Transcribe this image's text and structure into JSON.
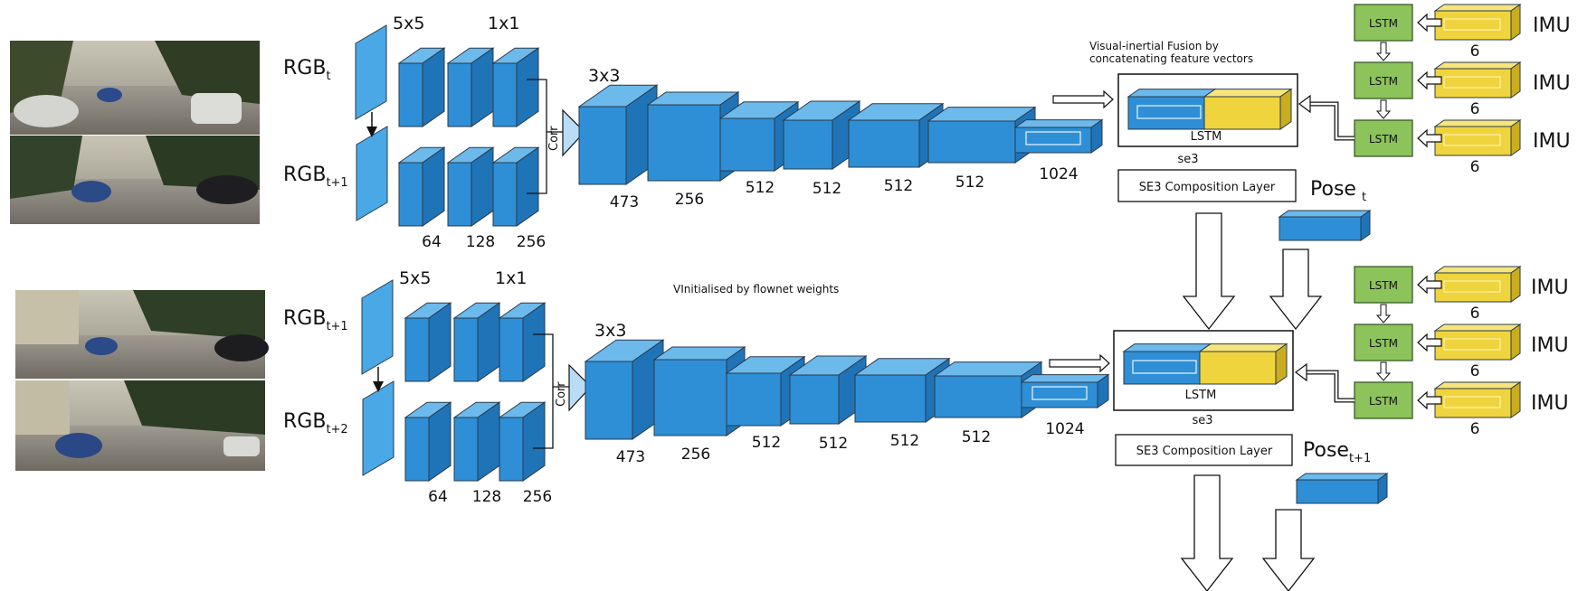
{
  "colors": {
    "conv_front": "#2e8fd6",
    "conv_top": "#6cb9ec",
    "conv_side": "#1f74b8",
    "input_plane": "#4aa8e6",
    "lstm_green": "#8cc35a",
    "imu_yellow": "#efd43d",
    "edge": "#2a3a4a"
  },
  "icons": [
    "photo-thumbnail",
    "arrow-down-icon",
    "block-arrow-icon",
    "conv-block-icon",
    "lstm-cell-icon",
    "imu-block-icon"
  ],
  "top": {
    "rgb_a": "RGB",
    "rgb_a_sub": "t",
    "rgb_b": "RGB",
    "rgb_b_sub": "t+1",
    "kernel_5x5": "5x5",
    "kernel_1x1": "1x1",
    "kernel_3x3": "3x3",
    "corr": "Corr",
    "enc_channels": [
      "64",
      "128",
      "256"
    ],
    "chain_channels": [
      "473",
      "256",
      "512",
      "512",
      "512",
      "512",
      "1024"
    ]
  },
  "bottom": {
    "rgb_a": "RGB",
    "rgb_a_sub": "t+1",
    "rgb_b": "RGB",
    "rgb_b_sub": "t+2",
    "kernel_5x5": "5x5",
    "kernel_1x1": "1x1",
    "kernel_3x3": "3x3",
    "corr": "Corr",
    "enc_channels": [
      "64",
      "128",
      "256"
    ],
    "chain_channels": [
      "473",
      "256",
      "512",
      "512",
      "512",
      "512",
      "1024"
    ]
  },
  "fusion": {
    "note_line1": "Visual-inertial Fusion by",
    "note_line2": "concatenating feature vectors",
    "init_note": "VInitialised by flownet weights",
    "lstm": "LSTM",
    "se3": "se3",
    "composition": "SE3 Composition Layer",
    "pose_top": "Pose",
    "pose_top_sub": "t",
    "pose_bottom": "Pose",
    "pose_bottom_sub": "t+1"
  },
  "imu": {
    "label": "IMU",
    "lstm": "LSTM",
    "dim": "6"
  }
}
